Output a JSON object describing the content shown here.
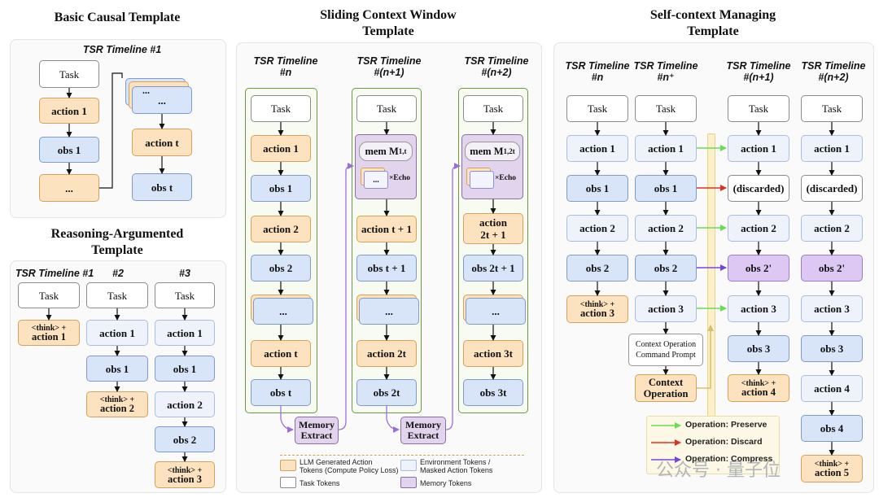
{
  "titles": {
    "basic": "Basic Causal Template",
    "reasoning": "Reasoning-Argumented\nTemplate",
    "sliding": "Sliding Context Window\nTemplate",
    "selfctx": "Self-context Managing\nTemplate"
  },
  "basic": {
    "timeline": "TSR Timeline #1",
    "task": "Task",
    "action1": "action 1",
    "obs1": "obs 1",
    "ellipsis": "...",
    "stack": "...",
    "actiont": "action t",
    "obst": "obs t"
  },
  "reasoning": {
    "tl1": "TSR Timeline #1",
    "tl2": "#2",
    "tl3": "#3",
    "task": "Task",
    "think": "<think> +",
    "action1": "action 1",
    "action2": "action 2",
    "action3": "action 3",
    "obs1": "obs 1",
    "obs2": "obs 2"
  },
  "sliding": {
    "tln": "TSR Timeline\n#n",
    "tln1": "TSR Timeline\n#(n+1)",
    "tln2": "TSR Timeline\n#(n+2)",
    "task": "Task",
    "action1": "action 1",
    "obs1": "obs 1",
    "action2": "action 2",
    "obs2": "obs 2",
    "ellipsis": "...",
    "actiont": "action t",
    "obst": "obs t",
    "mem1": "mem M",
    "mem1sub": "1,t",
    "mem2": "mem M",
    "mem2sub": "1,2t",
    "echo": "×Echo",
    "actiont1": "action t + 1",
    "obst1": "obs t + 1",
    "action2t": "action 2t",
    "obs2t": "obs 2t",
    "action2t1": "action\n2t + 1",
    "obs2t1": "obs 2t + 1",
    "action3t": "action 3t",
    "obs3t": "obs 3t",
    "memextract": "Memory\nExtract"
  },
  "legend": {
    "llm": "LLM Generated Action\nTokens (Compute Policy Loss)",
    "env": "Environment Tokens /\nMasked Action Tokens",
    "task": "Task Tokens",
    "memory": "Memory Tokens"
  },
  "selfctx": {
    "tln": "TSR Timeline\n#n",
    "tlnplus": "TSR Timeline\n#n⁺",
    "tln1": "TSR Timeline\n#(n+1)",
    "tln2": "TSR Timeline\n#(n+2)",
    "task": "Task",
    "action1": "action 1",
    "obs1": "obs 1",
    "action2": "action 2",
    "obs2": "obs 2",
    "think": "<think> +",
    "action3": "action 3",
    "action4": "action 4",
    "action5": "action 5",
    "ctxprompt": "Context Operation\nCommand Prompt",
    "ctxop": "Context\nOperation",
    "discarded": "(discarded)",
    "obs2p": "obs 2'",
    "obs3": "obs 3",
    "obs4": "obs 4",
    "op_preserve": "Operation: Preserve",
    "op_discard": "Operation: Discard",
    "op_compress": "Operation: Compress"
  },
  "watermark": "公众号 · 量子位",
  "colors": {
    "action": "#fce2bf",
    "obs": "#d8e4f8",
    "window": "#6b9a3e",
    "preserve": "#66dd55",
    "discard": "#dd3322",
    "compress": "#7744dd",
    "memory": "#e1d4ec"
  }
}
